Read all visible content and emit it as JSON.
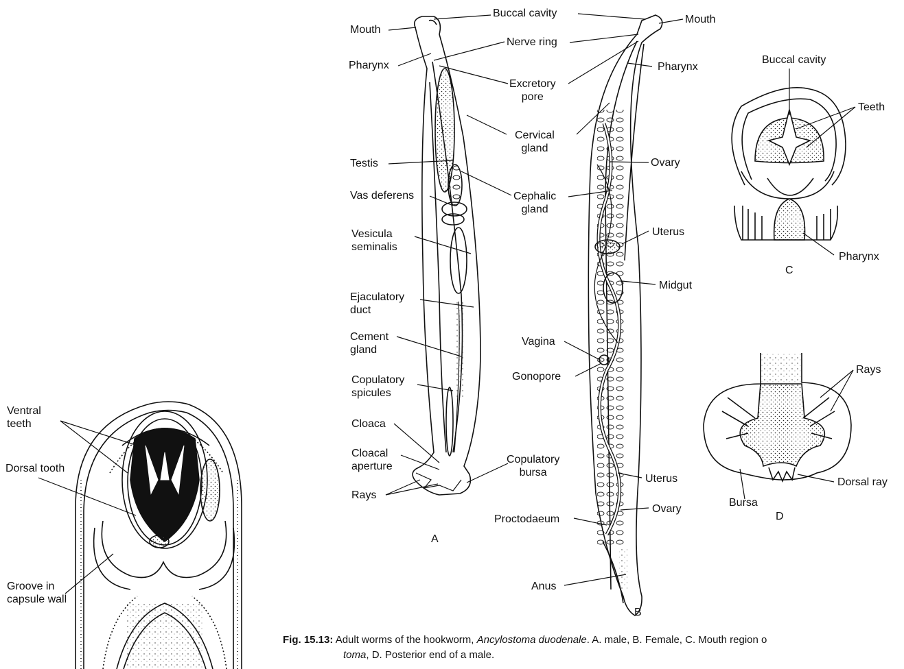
{
  "figure": {
    "caption_num": "Fig. 15.13:",
    "caption_a": "Adult worms of the hookworm, ",
    "caption_species": "Ancylostoma duodenale",
    "caption_b": ". A. male, B. Female, C. Mouth region o",
    "caption_c_italic": "toma",
    "caption_d": ", D. Posterior end of a male."
  },
  "panel_labels": {
    "a": "A",
    "b": "B",
    "c": "C",
    "d": "D"
  },
  "left_detail": {
    "ventral_teeth": "Ventral\nteeth",
    "dorsal_tooth": "Dorsal tooth",
    "groove": "Groove in\ncapsule wall"
  },
  "male": {
    "mouth": "Mouth",
    "pharynx": "Pharynx",
    "testis": "Testis",
    "vas_deferens": "Vas deferens",
    "vesicula": "Vesicula\nseminalis",
    "ejaculatory": "Ejaculatory\nduct",
    "cement": "Cement\ngland",
    "spicules": "Copulatory\nspicules",
    "cloaca": "Cloaca",
    "cloacal_aperture": "Cloacal\naperture",
    "rays": "Rays",
    "copulatory_bursa": "Copulatory\nbursa"
  },
  "shared": {
    "buccal_cavity": "Buccal cavity",
    "nerve_ring": "Nerve ring",
    "excretory_pore": "Excretory\npore",
    "cervical_gland": "Cervical\ngland",
    "cephalic_gland": "Cephalic\ngland"
  },
  "female": {
    "mouth": "Mouth",
    "pharynx": "Pharynx",
    "ovary_top": "Ovary",
    "uterus_top": "Uterus",
    "midgut": "Midgut",
    "vagina": "Vagina",
    "gonopore": "Gonopore",
    "uterus_bottom": "Uterus",
    "ovary_bottom": "Ovary",
    "proctodaeum": "Proctodaeum",
    "anus": "Anus"
  },
  "panel_c": {
    "buccal_cavity": "Buccal cavity",
    "teeth": "Teeth",
    "pharynx": "Pharynx"
  },
  "panel_d": {
    "rays": "Rays",
    "dorsal_ray": "Dorsal ray",
    "bursa": "Bursa"
  }
}
